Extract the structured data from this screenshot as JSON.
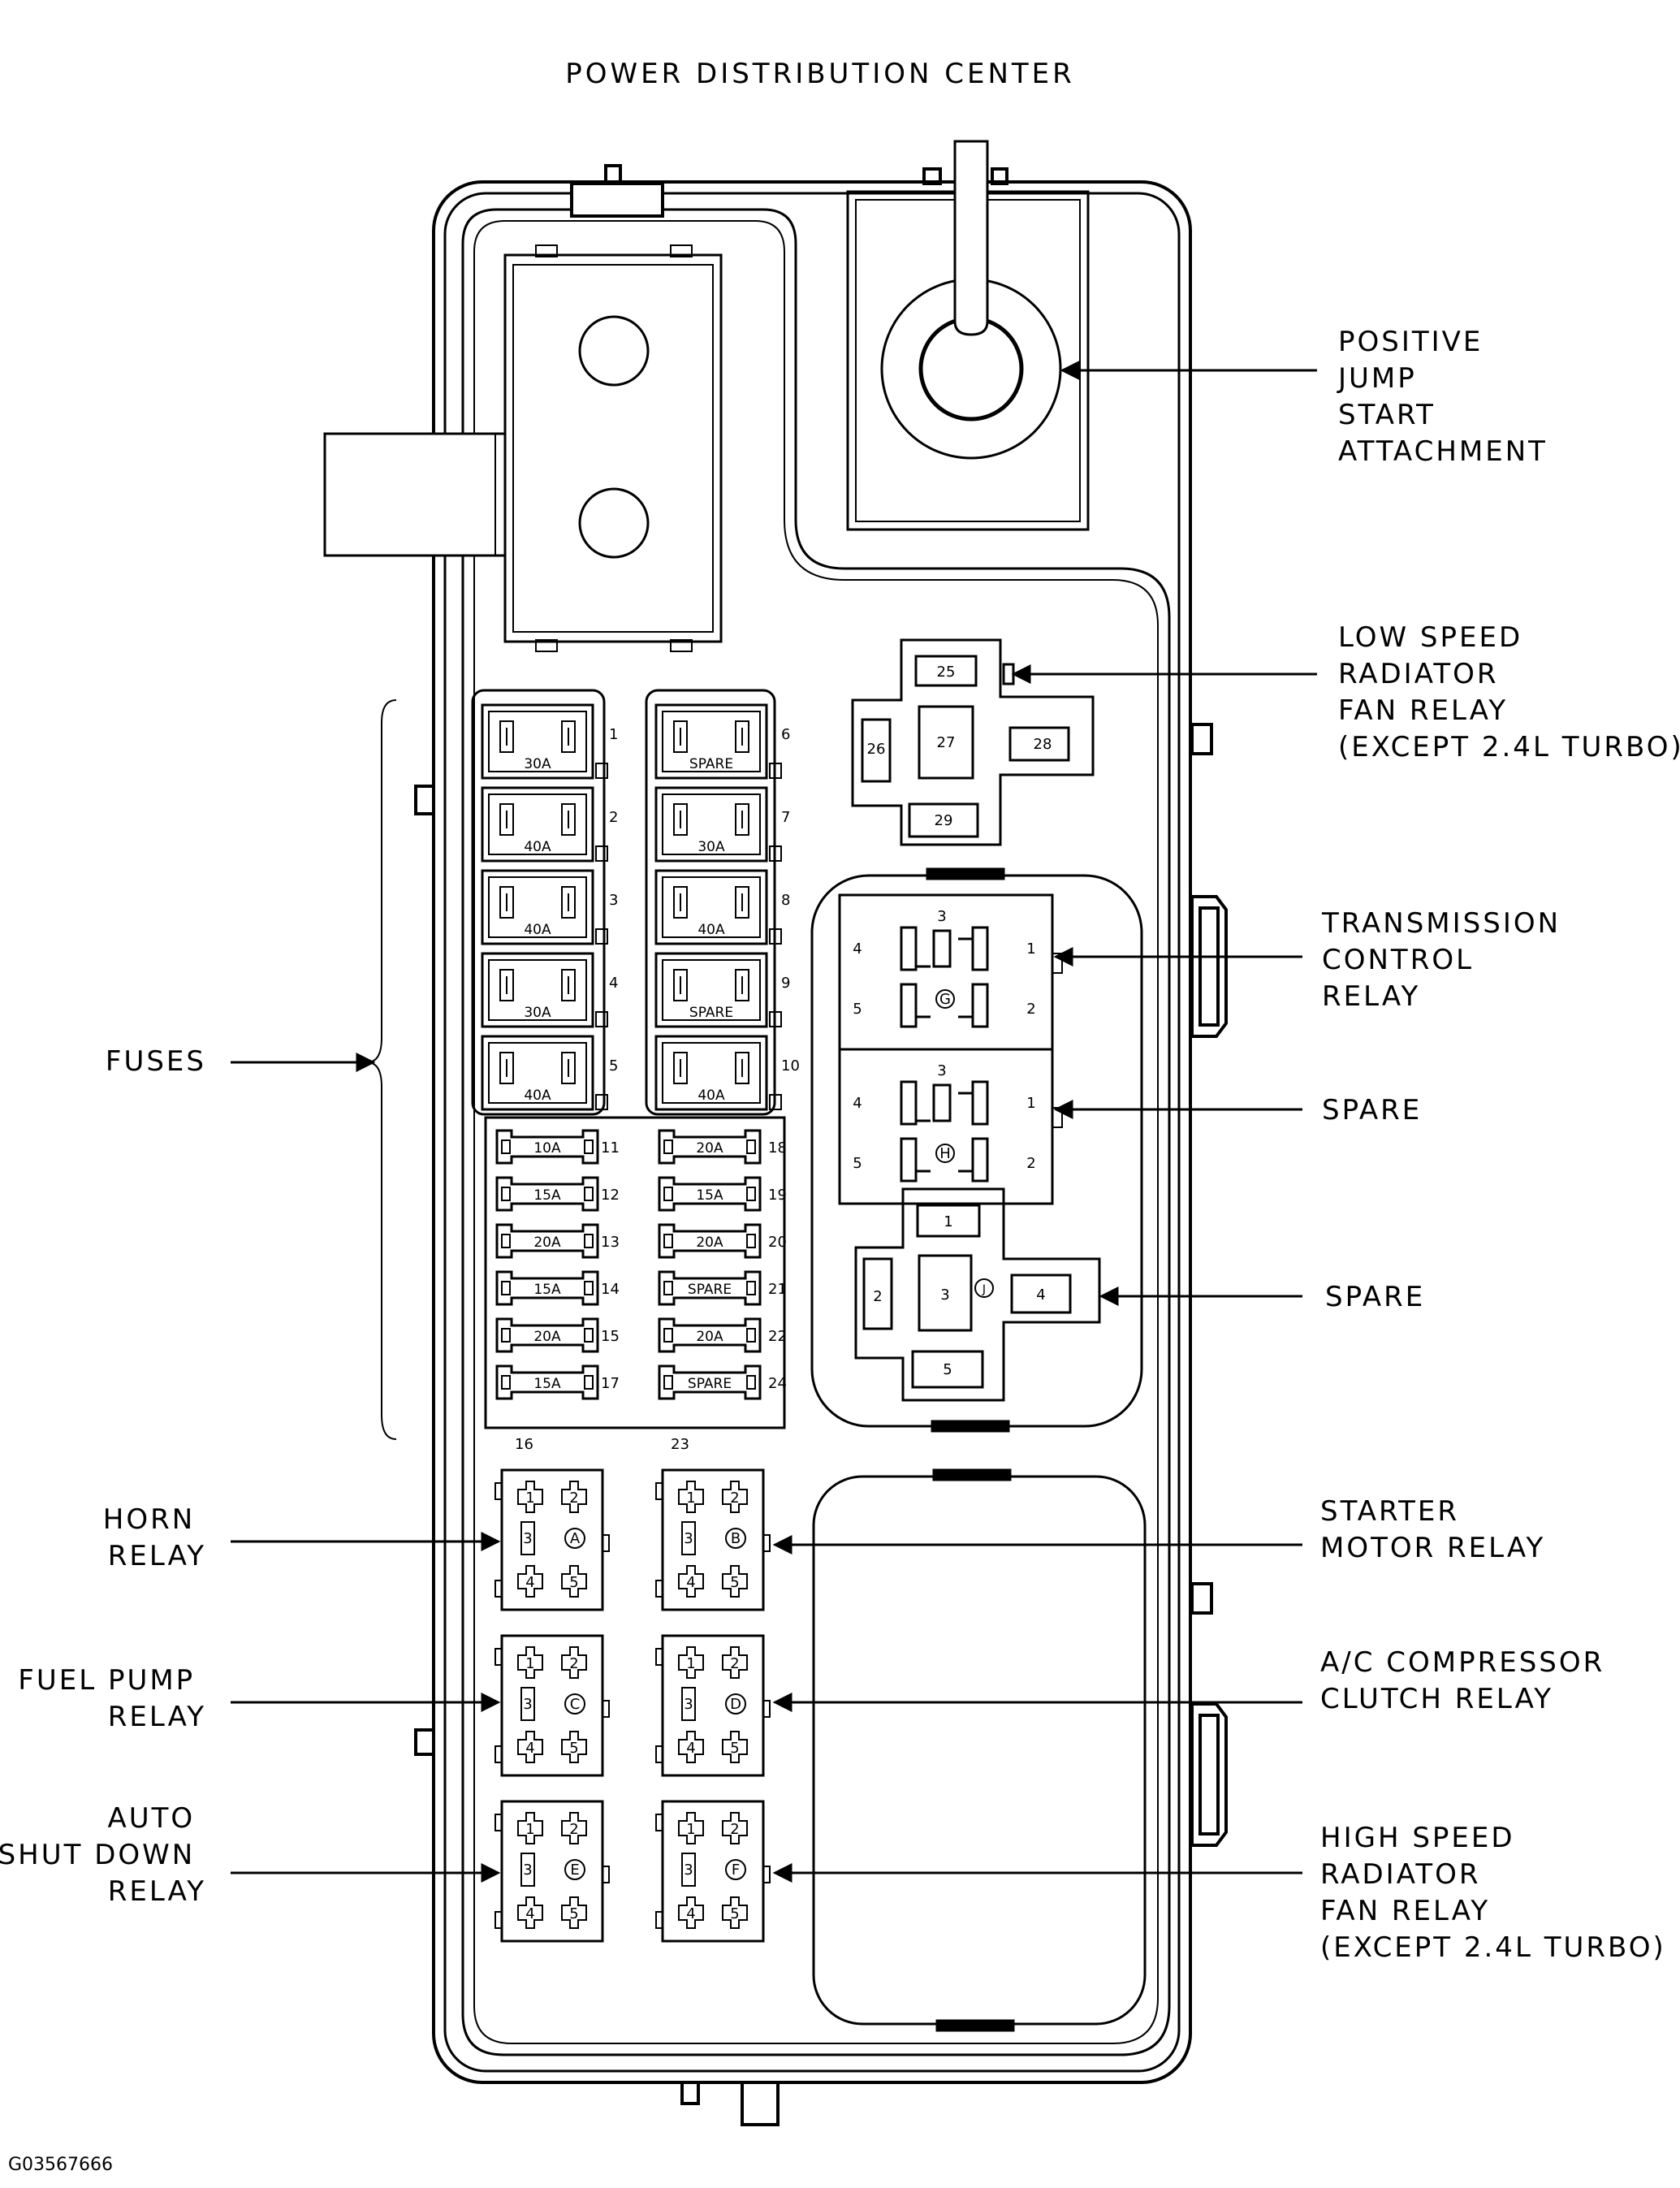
{
  "title": "POWER DISTRIBUTION CENTER",
  "figure_code": "G03567666",
  "callouts": {
    "positive_jump_start": [
      "POSITIVE",
      "JUMP",
      "START",
      "ATTACHMENT"
    ],
    "low_speed_fan": [
      "LOW SPEED",
      "RADIATOR",
      "FAN RELAY",
      "(EXCEPT 2.4L TURBO)"
    ],
    "transmission_control": [
      "TRANSMISSION",
      "CONTROL",
      "RELAY"
    ],
    "spare_g": [
      "SPARE"
    ],
    "spare_j": [
      "SPARE"
    ],
    "fuses": [
      "FUSES"
    ],
    "horn_relay": [
      "HORN",
      "RELAY"
    ],
    "starter_motor": [
      "STARTER",
      "MOTOR RELAY"
    ],
    "fuel_pump": [
      "FUEL PUMP",
      "RELAY"
    ],
    "ac_compressor": [
      "A/C COMPRESSOR",
      "CLUTCH RELAY"
    ],
    "auto_shut_down": [
      "AUTO",
      "SHUT DOWN",
      "RELAY"
    ],
    "high_speed_fan": [
      "HIGH SPEED",
      "RADIATOR",
      "FAN RELAY",
      "(EXCEPT 2.4L TURBO)"
    ]
  },
  "maxi_fuses_left": [
    {
      "num": "1",
      "rating": "30A"
    },
    {
      "num": "2",
      "rating": "40A"
    },
    {
      "num": "3",
      "rating": "40A"
    },
    {
      "num": "4",
      "rating": "30A"
    },
    {
      "num": "5",
      "rating": "40A"
    }
  ],
  "maxi_fuses_right": [
    {
      "num": "6",
      "rating": "SPARE"
    },
    {
      "num": "7",
      "rating": "30A"
    },
    {
      "num": "8",
      "rating": "40A"
    },
    {
      "num": "9",
      "rating": "SPARE"
    },
    {
      "num": "10",
      "rating": "40A"
    }
  ],
  "mini_fuses_left": [
    {
      "num": "11",
      "rating": "10A"
    },
    {
      "num": "12",
      "rating": "15A"
    },
    {
      "num": "13",
      "rating": "20A"
    },
    {
      "num": "14",
      "rating": "15A"
    },
    {
      "num": "15",
      "rating": "20A"
    },
    {
      "num": "17",
      "rating": "15A"
    }
  ],
  "mini_fuses_right": [
    {
      "num": "18",
      "rating": "20A"
    },
    {
      "num": "19",
      "rating": "15A"
    },
    {
      "num": "20",
      "rating": "20A"
    },
    {
      "num": "21",
      "rating": "SPARE"
    },
    {
      "num": "22",
      "rating": "20A"
    },
    {
      "num": "24",
      "rating": "SPARE"
    }
  ],
  "mini_fuse_extra": {
    "left": "16",
    "right": "23"
  },
  "cross_relay_top": {
    "t1": "25",
    "t2": "26",
    "t3": "27",
    "t4": "28",
    "t5": "29"
  },
  "cross_relay_bottom": {
    "t1": "1",
    "t2": "2",
    "t3": "3",
    "t4": "4",
    "t5": "5",
    "letter": "J"
  },
  "relay_g": {
    "letter": "G",
    "pins": [
      "1",
      "2",
      "3",
      "4",
      "5"
    ]
  },
  "relay_h": {
    "letter": "H",
    "pins": [
      "1",
      "2",
      "3",
      "4",
      "5"
    ]
  },
  "small_relays": [
    {
      "letter": "A",
      "pins": [
        "1",
        "2",
        "3",
        "4",
        "5"
      ]
    },
    {
      "letter": "B",
      "pins": [
        "1",
        "2",
        "3",
        "4",
        "5"
      ]
    },
    {
      "letter": "C",
      "pins": [
        "1",
        "2",
        "3",
        "4",
        "5"
      ]
    },
    {
      "letter": "D",
      "pins": [
        "1",
        "2",
        "3",
        "4",
        "5"
      ]
    },
    {
      "letter": "E",
      "pins": [
        "1",
        "2",
        "3",
        "4",
        "5"
      ]
    },
    {
      "letter": "F",
      "pins": [
        "1",
        "2",
        "3",
        "4",
        "5"
      ]
    }
  ]
}
